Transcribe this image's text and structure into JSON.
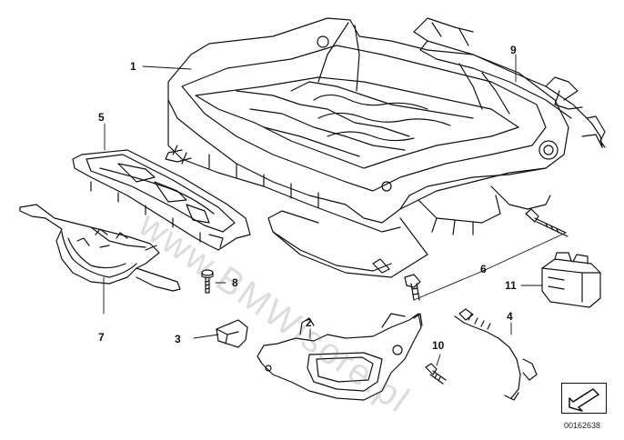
{
  "diagram": {
    "callouts": [
      {
        "id": "c1",
        "label": "1"
      },
      {
        "id": "c2",
        "label": "2"
      },
      {
        "id": "c3",
        "label": "3"
      },
      {
        "id": "c4",
        "label": "4"
      },
      {
        "id": "c5",
        "label": "5"
      },
      {
        "id": "c6",
        "label": "6"
      },
      {
        "id": "c7",
        "label": "7"
      },
      {
        "id": "c8",
        "label": "8"
      },
      {
        "id": "c9",
        "label": "9"
      },
      {
        "id": "c10",
        "label": "10"
      },
      {
        "id": "c11",
        "label": "11"
      }
    ],
    "watermark": "www.BMWisore.pl",
    "diagram_id": "00162638",
    "line_color": "#111111"
  }
}
